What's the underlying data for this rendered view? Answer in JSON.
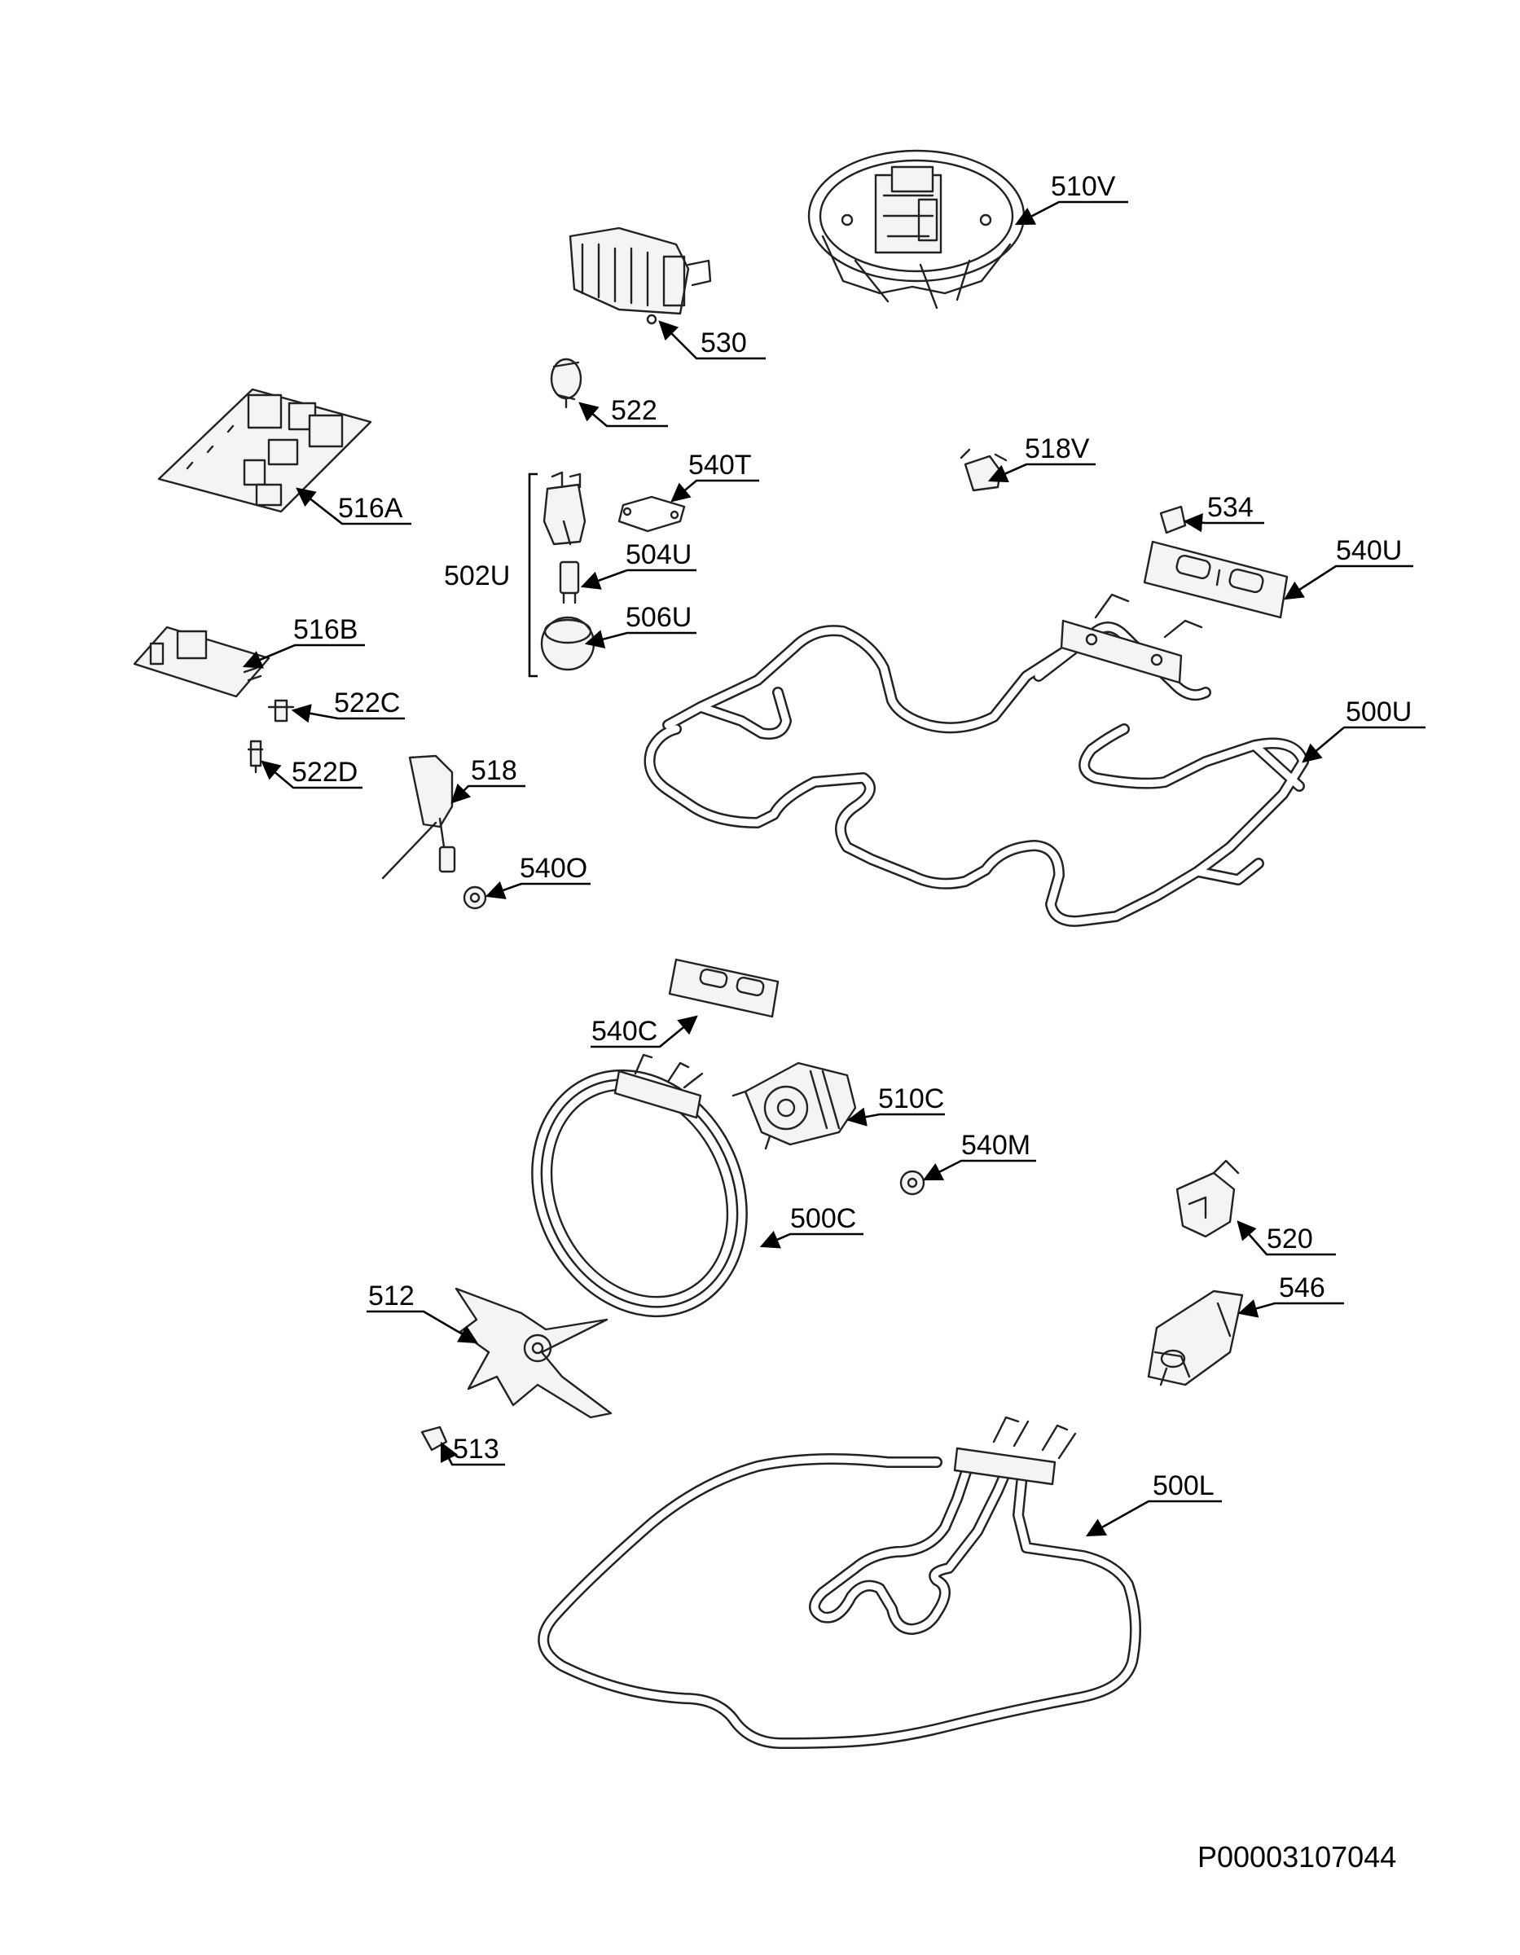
{
  "diagram": {
    "labels": {
      "l510V": "510V",
      "l530": "530",
      "l522": "522",
      "l518V": "518V",
      "l540T": "540T",
      "l516A": "516A",
      "l502U": "502U",
      "l504U": "504U",
      "l506U": "506U",
      "l534": "534",
      "l540U": "540U",
      "l516B": "516B",
      "l522C": "522C",
      "l522D": "522D",
      "l518": "518",
      "l500U": "500U",
      "l540O": "540O",
      "l540C": "540C",
      "l510C": "510C",
      "l540M": "540M",
      "l500C": "500C",
      "l520": "520",
      "l512": "512",
      "l546": "546",
      "l513": "513",
      "l500L": "500L"
    },
    "document_code": "P00003107044"
  }
}
